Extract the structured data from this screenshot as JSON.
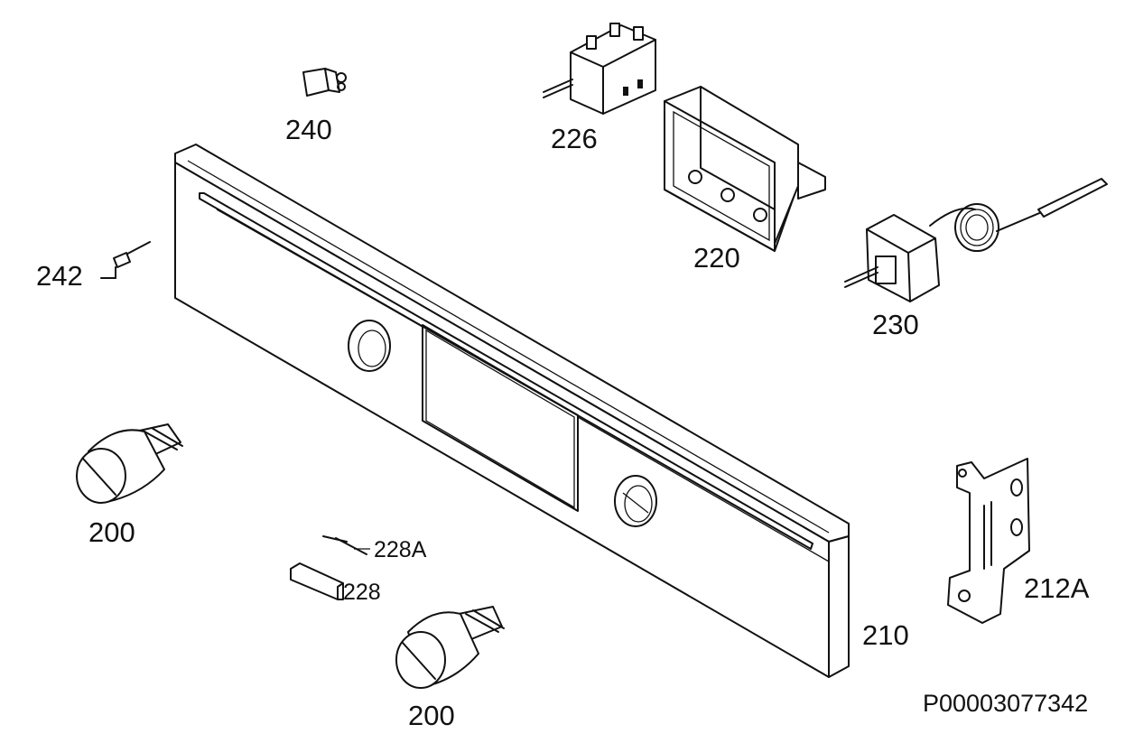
{
  "diagram": {
    "reference": "P00003077342",
    "parts": [
      {
        "id": "knob_left",
        "label": "200"
      },
      {
        "id": "knob_bottom",
        "label": "200"
      },
      {
        "id": "control_panel",
        "label": "210"
      },
      {
        "id": "bracket",
        "label": "212A"
      },
      {
        "id": "timer",
        "label": "220"
      },
      {
        "id": "selector_switch",
        "label": "226"
      },
      {
        "id": "spring",
        "label": "228A"
      },
      {
        "id": "lamp_holder",
        "label": "228"
      },
      {
        "id": "thermostat",
        "label": "230"
      },
      {
        "id": "indicator",
        "label": "240"
      },
      {
        "id": "pilot_lamp",
        "label": "242"
      }
    ]
  }
}
